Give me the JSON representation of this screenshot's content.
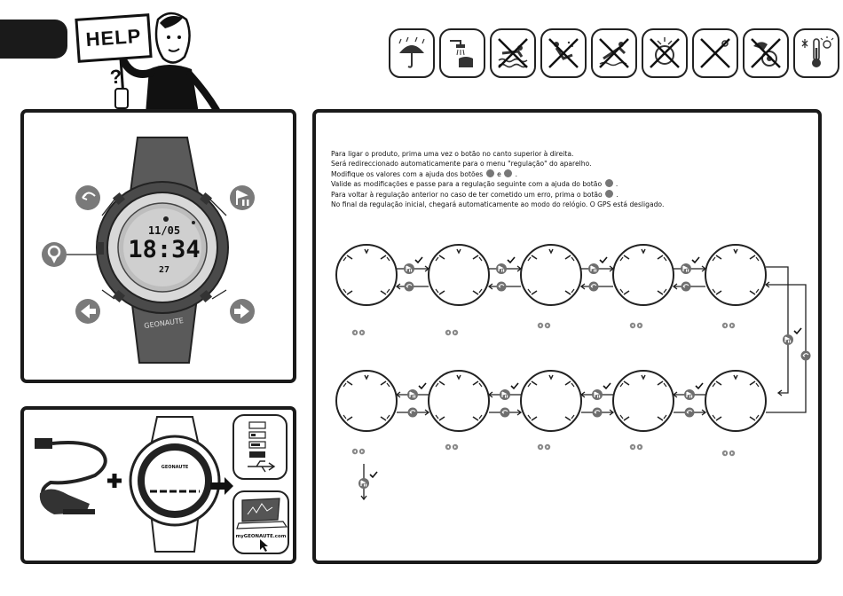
{
  "header": {
    "help_sign": "HELP ?"
  },
  "warning_icons": [
    "umbrella-icon",
    "shower-icon",
    "no-swimming-icon",
    "no-impact-icon",
    "no-diving-icon",
    "no-drop-icon",
    "no-tools-icon",
    "no-solvent-icon",
    "temperature-range-icon"
  ],
  "watch": {
    "date": "11/05",
    "time": "18:34",
    "seconds": "27",
    "brand": "GEONAUTE"
  },
  "charge_panel": {
    "strap_label": "GEONAUTE",
    "website": "myGEONAUTE.com"
  },
  "instructions": {
    "line1": "Para ligar o produto, prima uma vez o botão no canto superior à direita.",
    "line2": "Será redireccionado automaticamente para o menu \"regulação\" do aparelho.",
    "line3a": "Modifique os valores com a ajuda dos botões",
    "line3b": "e",
    "line4": "Valide as modificações e passe para a regulação seguinte com a ajuda do botão",
    "line5": "Para voltar à regulação anterior no caso de ter cometido um erro, prima o botão",
    "line6": "No final da regulação inicial, chegará automaticamente ao modo do relógio. O GPS está desligado."
  },
  "colors": {
    "frame": "#1a1a1a",
    "button_gray": "#7a7a7a",
    "watch_dark": "#4a4a4a",
    "bezel_light": "#d8d8d8"
  }
}
